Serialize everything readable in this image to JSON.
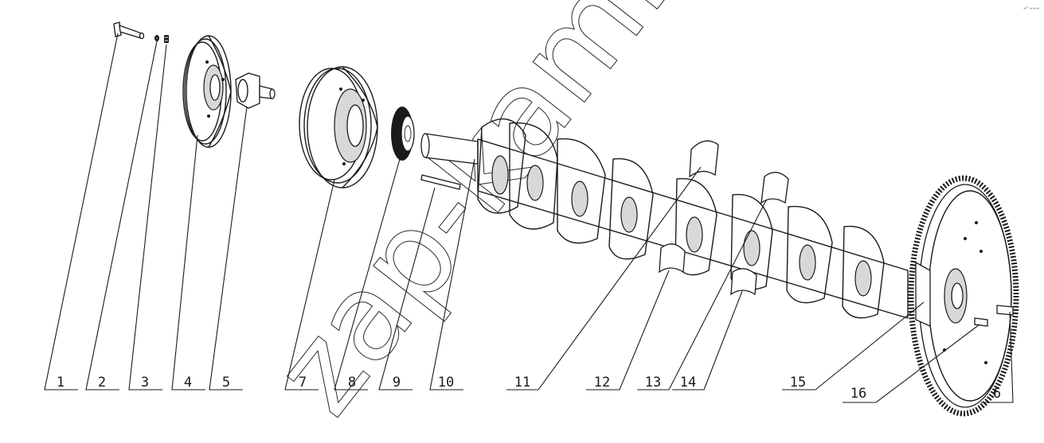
{
  "diagram": {
    "part_labels": [
      "1",
      "2",
      "3",
      "4",
      "5",
      "7",
      "8",
      "9",
      "10",
      "11",
      "12",
      "13",
      "14",
      "15",
      "16",
      "6"
    ],
    "watermark": "zap-kam.ru",
    "corner_mark": "≈⁰ ≈≈≈"
  }
}
